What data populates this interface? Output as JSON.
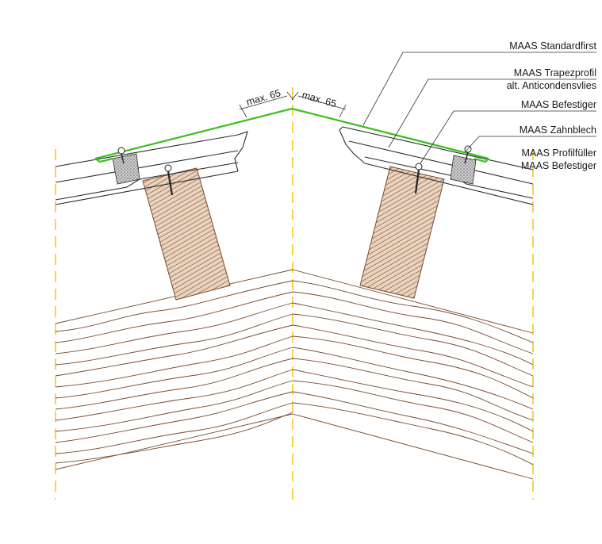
{
  "labels": {
    "standardfirst": "MAAS Standardfirst",
    "trapezprofil": "MAAS Trapezprofil",
    "anticondensvlies": "alt. Anticondensvlies",
    "befestiger_top": "MAAS Befestiger",
    "zahnblech": "MAAS Zahnblech",
    "profilfueller": "MAAS Profilfüller",
    "befestiger_bottom": "MAAS Befestiger"
  },
  "dimensions": {
    "left": "max. 65",
    "right": "max. 65"
  },
  "colors": {
    "ridge": "#3bbf1f",
    "wood": "#7a4a2e",
    "axis": "#f2c200",
    "filler": "#9a9a9a"
  }
}
